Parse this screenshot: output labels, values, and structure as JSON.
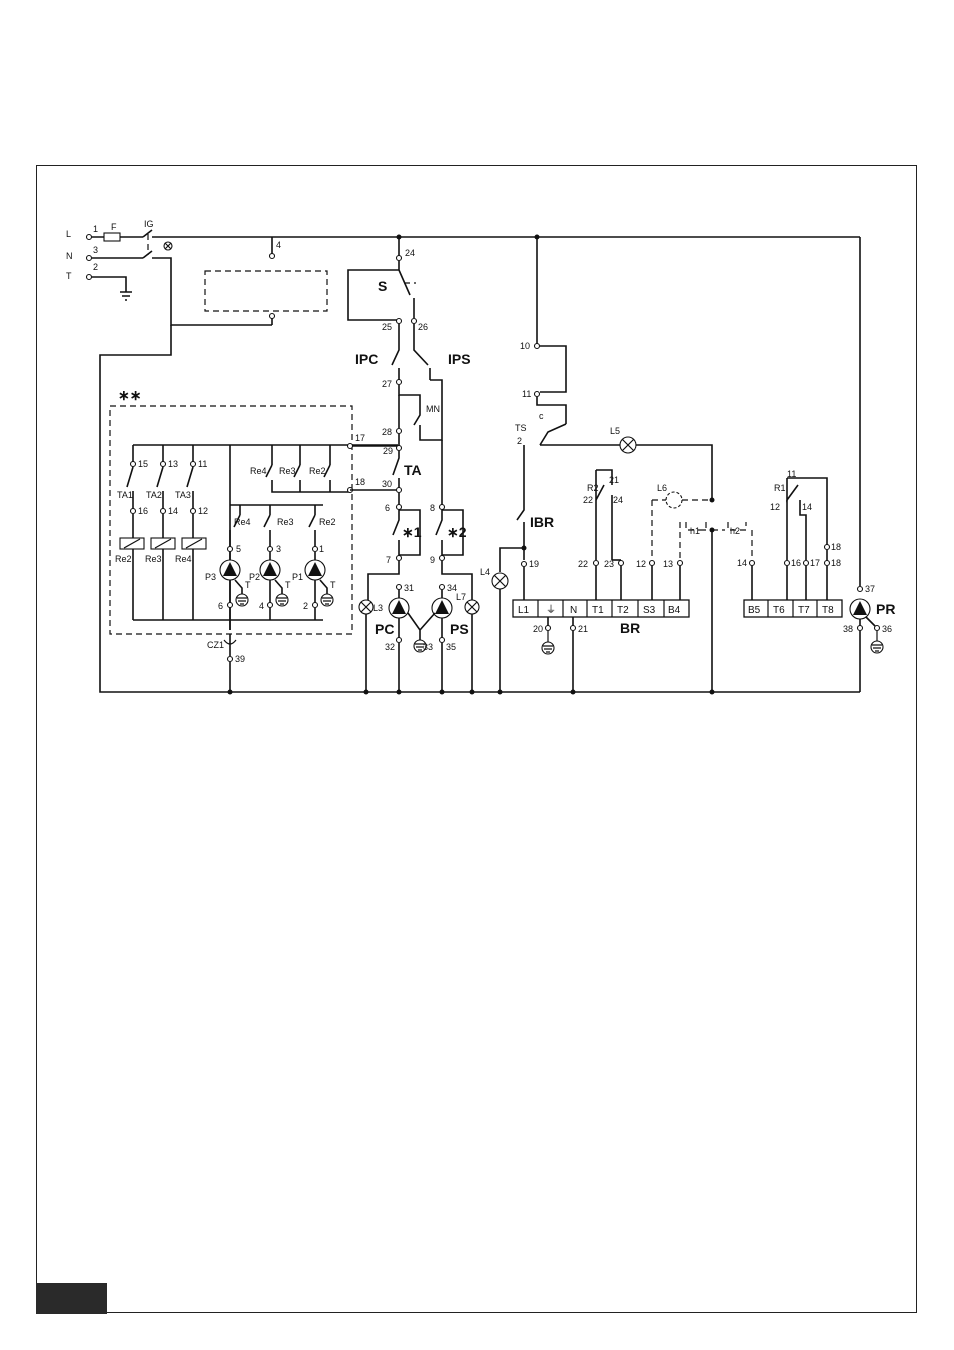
{
  "diagram": {
    "mains": {
      "L": "L",
      "N": "N",
      "T": "T",
      "n1": "1",
      "n3": "3",
      "n2": "2",
      "F": "F",
      "IG": "IG"
    },
    "nodes": {
      "n4": "4",
      "n24": "24",
      "n25": "25",
      "n26": "26",
      "n27": "27",
      "n28": "28",
      "n29": "29",
      "n30": "30",
      "n17": "17",
      "n18": "18",
      "n6": "6",
      "n7": "7",
      "n8": "8",
      "n9": "9",
      "n31": "31",
      "n32": "32",
      "n33": "33",
      "n34": "34",
      "n35": "35",
      "n10": "10",
      "n11": "11",
      "n19": "19",
      "n20": "20",
      "n21": "21",
      "n22": "22",
      "n23": "23",
      "n12": "12",
      "n13": "13",
      "n14": "14",
      "n16": "16",
      "n17b": "17",
      "n18b": "18",
      "n37": "37",
      "n38": "38",
      "n36": "36",
      "n39": "39",
      "c": "c",
      "ts2": "2",
      "r2_21": "21",
      "r2_22": "22",
      "r2_24": "24",
      "r1_11": "11",
      "r1_12": "12",
      "r1_14": "14"
    },
    "switches": {
      "S": "S",
      "IPC": "IPC",
      "IPS": "IPS",
      "MN": "MN",
      "TA": "TA",
      "TS": "TS",
      "IBR": "IBR",
      "R1": "R1",
      "R2": "R2",
      "star1": "∗1",
      "star2": "∗2"
    },
    "lamps": {
      "L3": "L3",
      "L4": "L4",
      "L5": "L5",
      "L6": "L6",
      "L7": "L7",
      "h1": "h1",
      "h2": "h2"
    },
    "pumps": {
      "PC": "PC",
      "PS": "PS",
      "PR": "PR",
      "P1": "P1",
      "P2": "P2",
      "P3": "P3",
      "CZ1": "CZ1"
    },
    "zone": {
      "title": "∗∗",
      "ta": [
        "TA1",
        "TA2",
        "TA3"
      ],
      "ta_top": [
        "15",
        "13",
        "11"
      ],
      "ta_bot": [
        "16",
        "14",
        "12"
      ],
      "relays": [
        "Re2",
        "Re3",
        "Re4"
      ],
      "relay_top": [
        "Re4",
        "Re3",
        "Re2"
      ],
      "relay_mid": [
        "Re4",
        "Re3",
        "Re2"
      ],
      "pump_nodes_top": [
        "5",
        "3",
        "1"
      ],
      "pump_nodes_bot": [
        "6",
        "4",
        "2"
      ],
      "pump_t": [
        "T",
        "T",
        "T"
      ]
    },
    "terminal_br": {
      "cells": [
        "L1",
        "⏚",
        "N",
        "T1",
        "T2",
        "S3",
        "B4"
      ],
      "label": "BR"
    },
    "terminal_b": {
      "cells": [
        "B5",
        "T6",
        "T7",
        "T8"
      ]
    }
  }
}
